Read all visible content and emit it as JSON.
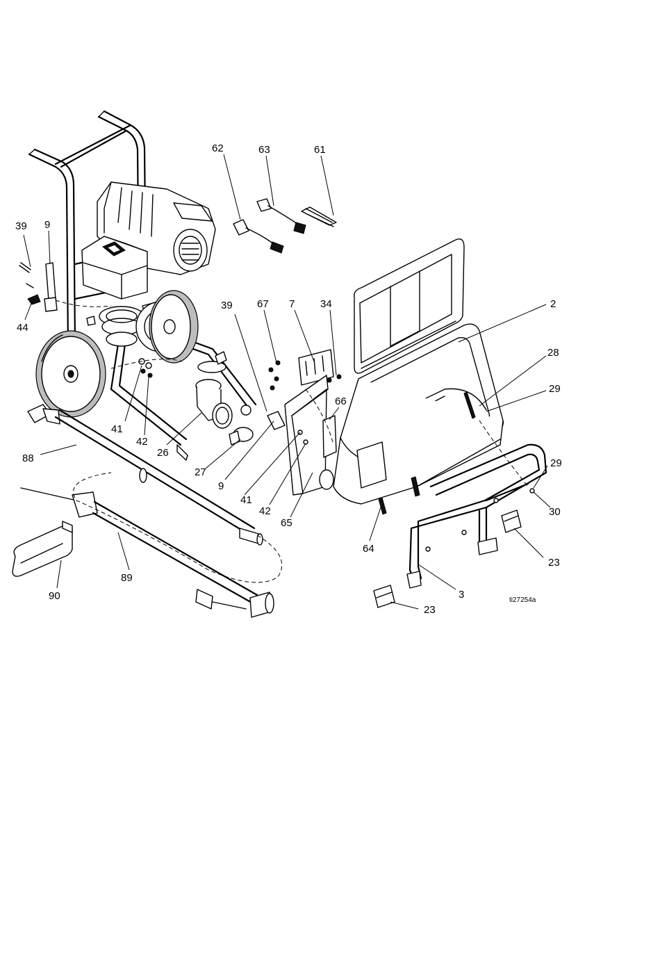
{
  "diagram": {
    "reference_code": "ti27254a",
    "callouts": {
      "c62": "62",
      "c63": "63",
      "c61": "61",
      "c39a": "39",
      "c9a": "9",
      "c44": "44",
      "c39b": "39",
      "c67": "67",
      "c7": "7",
      "c34": "34",
      "c2": "2",
      "c28": "28",
      "c29a": "29",
      "c66": "66",
      "c41a": "41",
      "c42a": "42",
      "c26": "26",
      "c27": "27",
      "c9b": "9",
      "c41b": "41",
      "c42b": "42",
      "c65": "65",
      "c88": "88",
      "c64": "64",
      "c29b": "29",
      "c30": "30",
      "c23a": "23",
      "c89": "89",
      "c3": "3",
      "c90": "90",
      "c23b": "23"
    }
  }
}
